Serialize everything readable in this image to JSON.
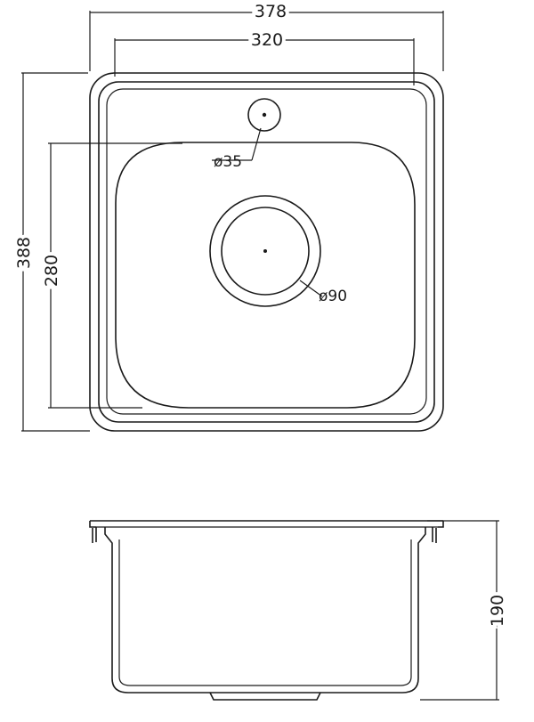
{
  "dimensions": {
    "overall_width": "378",
    "bowl_width": "320",
    "overall_depth": "388",
    "bowl_depth": "280",
    "bowl_height": "190"
  },
  "holes": {
    "faucet_hole": "ø35",
    "drain_hole": "ø90"
  }
}
